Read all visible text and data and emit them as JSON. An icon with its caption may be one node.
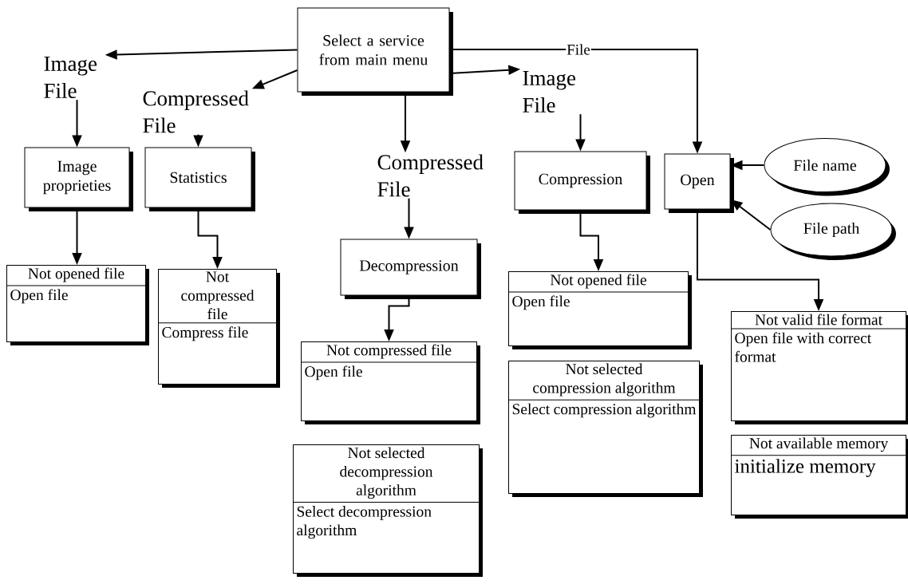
{
  "diagram": {
    "nodes": [
      {
        "text": [
          "Select a service from main menu"
        ]
      },
      {
        "text": [
          "Image File"
        ]
      },
      {
        "text": [
          "Compressed File"
        ]
      },
      {
        "text": [
          "Compressed File"
        ]
      },
      {
        "text": [
          "Image File"
        ]
      },
      {
        "text": [
          "Image proprieties"
        ]
      },
      {
        "text": [
          "Statistics"
        ]
      },
      {
        "text": [
          "Decompression"
        ]
      },
      {
        "text": [
          "Compression"
        ]
      },
      {
        "text": [
          "Open"
        ]
      },
      {
        "text": [
          "File name"
        ]
      },
      {
        "text": [
          "File path"
        ]
      },
      {
        "text": [
          "Not opened file",
          "Open file"
        ]
      },
      {
        "text": [
          "Not compressed file",
          "Compress file"
        ]
      },
      {
        "text": [
          "Not compressed file",
          "Open file"
        ]
      },
      {
        "text": [
          "Not selected decompression algorithm",
          "Select decompression algorithm"
        ]
      },
      {
        "text": [
          "Not opened file",
          "Open file"
        ]
      },
      {
        "text": [
          "Not selected compression algorithm",
          "Select compression algorithm"
        ]
      },
      {
        "text": [
          "Not valid file format",
          "Open file with correct format"
        ]
      },
      {
        "text": [
          "Not available memory",
          "initialize memory"
        ]
      }
    ],
    "edges": [
      {
        "from": 0,
        "to": 1,
        "arrow": "to"
      },
      {
        "from": 0,
        "to": 2,
        "arrow": "to"
      },
      {
        "from": 0,
        "to": 3,
        "arrow": "to"
      },
      {
        "from": 0,
        "to": 4,
        "arrow": "to"
      },
      {
        "from": 0,
        "to": 9,
        "arrow": "to",
        "label": "File"
      },
      {
        "from": 1,
        "to": 5,
        "arrow": "to"
      },
      {
        "from": 2,
        "to": 6,
        "arrow": "to"
      },
      {
        "from": 3,
        "to": 7,
        "arrow": "to"
      },
      {
        "from": 4,
        "to": 8,
        "arrow": "to"
      },
      {
        "from": 5,
        "to": 12,
        "arrow": "to"
      },
      {
        "from": 6,
        "to": 13,
        "arrow": "to"
      },
      {
        "from": 7,
        "to": 14,
        "arrow": "to"
      },
      {
        "from": 8,
        "to": 16,
        "arrow": "to"
      },
      {
        "from": 9,
        "to": 18,
        "arrow": "to"
      },
      {
        "from": 10,
        "to": 9,
        "arrow": "to"
      },
      {
        "from": 11,
        "to": 9,
        "arrow": "to"
      }
    ]
  }
}
